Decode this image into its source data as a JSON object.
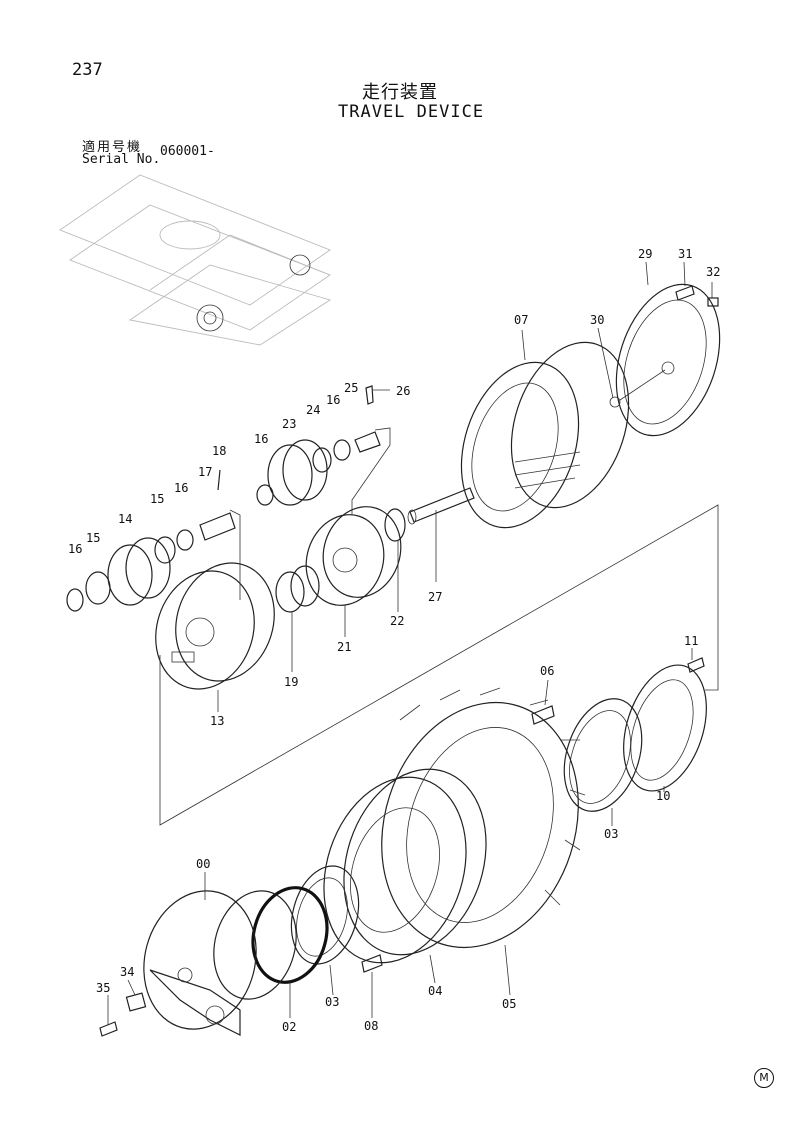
{
  "page_number": "237",
  "title_jp": "走行装置",
  "title_en": "TRAVEL DEVICE",
  "serial_label_jp": "適用号機",
  "serial_label_en": "Serial No.",
  "serial_value": "060001-",
  "mark": "M",
  "part_labels": {
    "p00": "00",
    "p02": "02",
    "p03a": "03",
    "p03b": "03",
    "p04": "04",
    "p05": "05",
    "p06": "06",
    "p07": "07",
    "p08": "08",
    "p10": "10",
    "p11": "11",
    "p13": "13",
    "p14": "14",
    "p15a": "15",
    "p15b": "15",
    "p16a": "16",
    "p16b": "16",
    "p16c": "16",
    "p16d": "16",
    "p17": "17",
    "p18": "18",
    "p19": "19",
    "p21": "21",
    "p22": "22",
    "p23": "23",
    "p24": "24",
    "p25": "25",
    "p26": "26",
    "p27": "27",
    "p29": "29",
    "p30": "30",
    "p31": "31",
    "p32": "32",
    "p34": "34",
    "p35": "35"
  }
}
